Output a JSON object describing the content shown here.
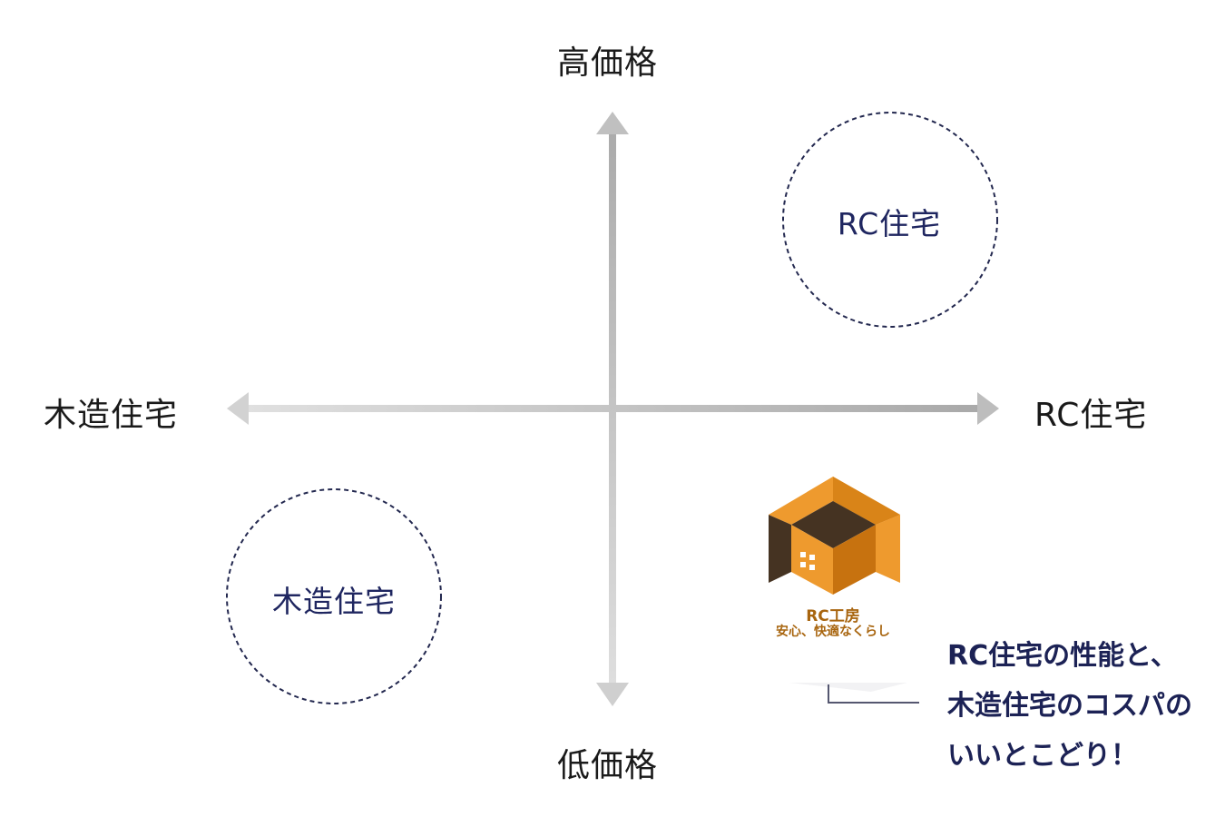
{
  "axes": {
    "top_label": "高価格",
    "bottom_label": "低価格",
    "left_label": "木造住宅",
    "right_label": "RC住宅"
  },
  "quadrant_circles": [
    {
      "label": "RC住宅",
      "quadrant": "top-right"
    },
    {
      "label": "木造住宅",
      "quadrant": "bottom-left"
    }
  ],
  "logo": {
    "title": "RC工房",
    "tagline": "安心、快適なくらし"
  },
  "callout": {
    "lines": [
      "RC住宅の性能と、",
      "木造住宅のコスパの",
      "いいとこどり！"
    ]
  },
  "colors": {
    "axis": "#c4c4c4",
    "circle_stroke": "#23284f",
    "text_navy": "#1c2255",
    "logo_orange": "#ee9a2e",
    "logo_dark_orange": "#c7720f",
    "logo_brown": "#453322",
    "logo_text": "#a8650f"
  }
}
